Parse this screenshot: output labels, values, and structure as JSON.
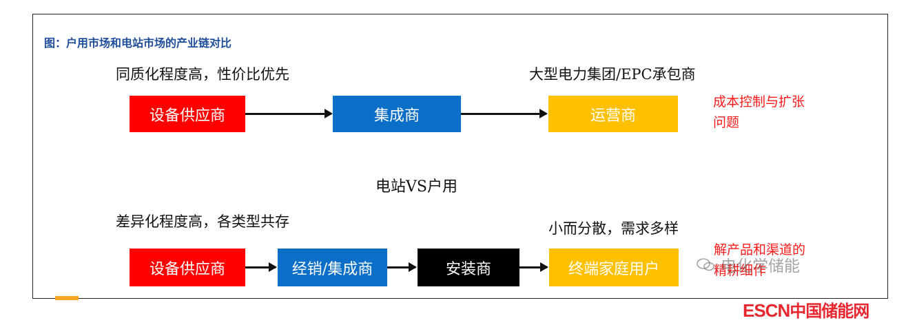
{
  "title": "图：户用市场和电站市场的产业链对比",
  "top": {
    "note_left": "同质化程度高，性价比优先",
    "note_right": "大型电力集团/EPC承包商",
    "boxes": [
      "设备供应商",
      "集成商",
      "运营商"
    ],
    "side_note_line1": "成本控制与扩张",
    "side_note_line2": "问题"
  },
  "divider_text": "电站VS户用",
  "bottom": {
    "note_left": "差异化程度高，各类型共存",
    "note_right": "小而分散，需求多样",
    "boxes": [
      "设备供应商",
      "经销/集成商",
      "安装商",
      "终端家庭用户"
    ],
    "side_note_line1": "解产品和渠道的",
    "side_note_line2": "精耕细作"
  },
  "watermark": "电化学储能",
  "logo": {
    "en": "ESCN",
    "cn": "中国储能网"
  },
  "colors": {
    "red": "#ff0000",
    "blue": "#0b6fc7",
    "yellow": "#ffc000",
    "black": "#000000",
    "title_blue": "#1f4e9b",
    "note_red": "#ff1a1a"
  }
}
